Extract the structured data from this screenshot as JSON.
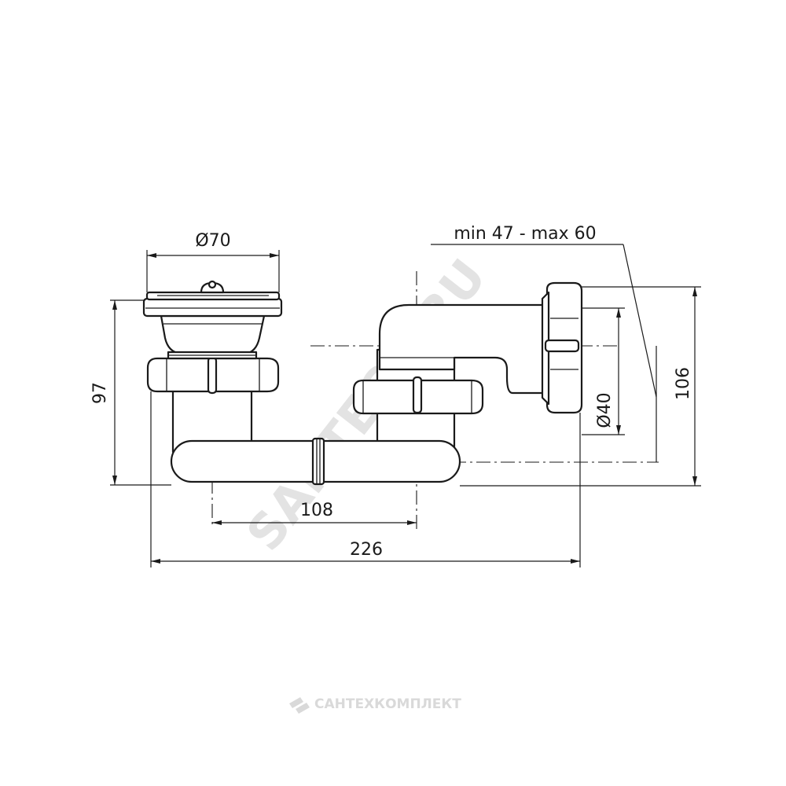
{
  "dimensions": {
    "strainer_diameter": "Ø70",
    "outlet_diameter": "Ø40",
    "adjust_range": "min 47 - max 60",
    "left_height": "97",
    "right_height": "106",
    "center_distance": "108",
    "overall_length": "226"
  },
  "watermarks": {
    "diagonal": "SANTECH.RU",
    "bottom": "САНТЕХКОМПЛЕКТ"
  },
  "colors": {
    "line": "#1a1a1a",
    "watermark": "#d9d9d9"
  }
}
